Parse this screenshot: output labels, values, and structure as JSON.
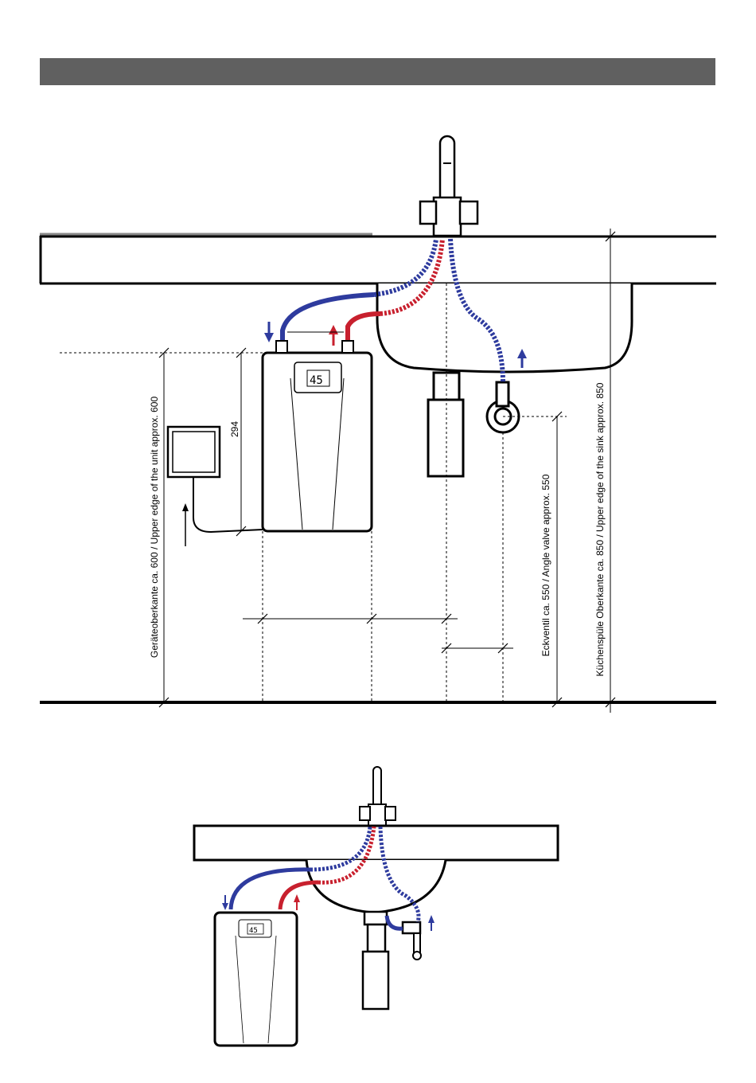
{
  "labels": {
    "unit_height_dim": "294",
    "unit_top_edge": "Geräteoberkante ca. 600 / Upper edge of the unit approx. 600",
    "angle_valve": "Eckventil ca. 550 / Angle valve approx. 550",
    "sink_top_edge": "Küchenspüle Oberkante ca. 850 / Upper edge of the sink approx. 850"
  },
  "display": {
    "temperature": "45"
  },
  "colors": {
    "header_bar": "#606060",
    "cold_water": "#2e3b9e",
    "hot_water": "#c8202e",
    "line": "#000000"
  }
}
